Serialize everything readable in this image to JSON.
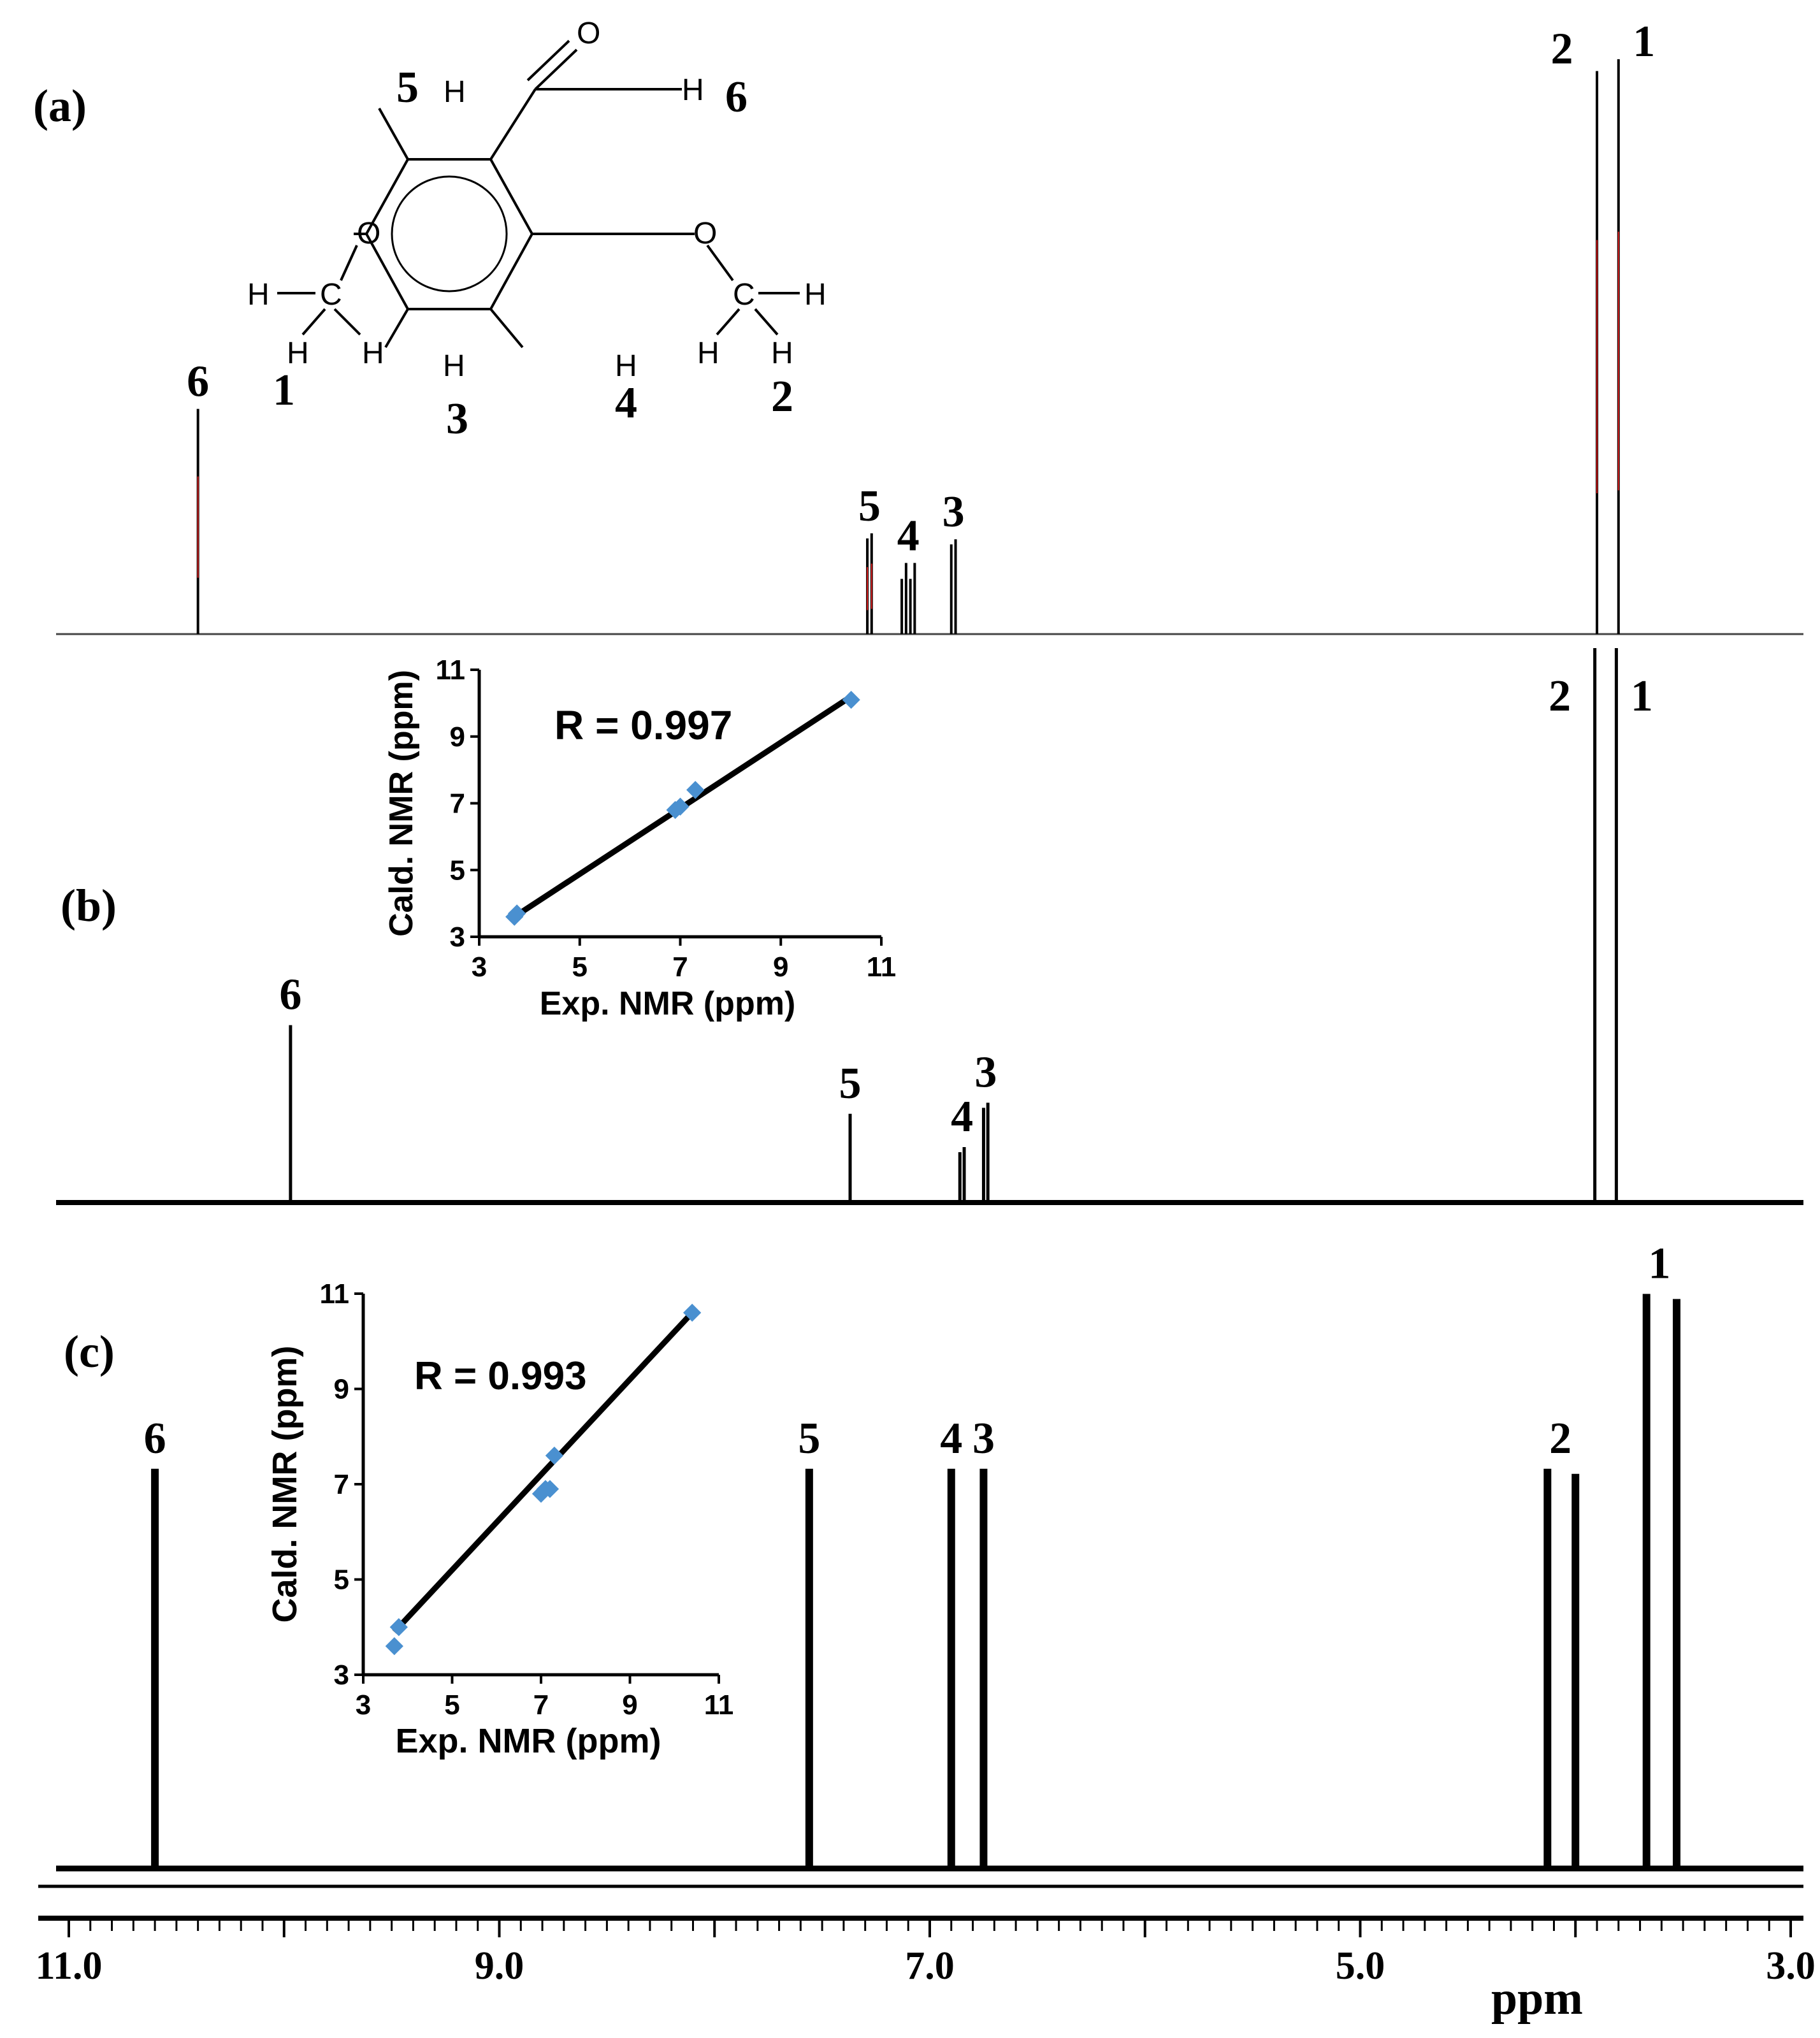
{
  "chart_data": [
    {
      "type": "line",
      "panel_label": "(a)",
      "x_axis": {
        "range": [
          11.0,
          3.0
        ],
        "reversed": true
      },
      "peaks": [
        {
          "label": "6",
          "shift": 10.4,
          "height": 0.38,
          "lines": [
            10.4
          ],
          "color": "#000000",
          "accent": "#d42020"
        },
        {
          "label": "5",
          "shift": 7.28,
          "height": 0.17,
          "lines": [
            7.27,
            7.29
          ],
          "color": "#000000",
          "accent": "#d42020"
        },
        {
          "label": "4",
          "shift": 7.1,
          "height": 0.12,
          "lines": [
            7.07,
            7.09,
            7.11,
            7.13
          ],
          "color": "#000000"
        },
        {
          "label": "3",
          "shift": 6.89,
          "height": 0.16,
          "lines": [
            6.88,
            6.9
          ],
          "color": "#000000"
        },
        {
          "label": "2",
          "shift": 3.9,
          "height": 0.95,
          "lines": [
            3.9
          ],
          "color": "#000000",
          "accent": "#d42020"
        },
        {
          "label": "1",
          "shift": 3.8,
          "height": 0.97,
          "lines": [
            3.8
          ],
          "color": "#000000",
          "accent": "#d42020"
        }
      ],
      "molecule_labels": {
        "5": "5",
        "6": "6",
        "1": "1",
        "3": "3",
        "4": "4",
        "2": "2",
        "O": "O",
        "H": "H",
        "C": "C"
      }
    },
    {
      "type": "line",
      "panel_label": "(b)",
      "x_axis": {
        "range": [
          11.0,
          3.0
        ],
        "reversed": true
      },
      "peaks": [
        {
          "label": "6",
          "shift": 9.97,
          "height": 0.32,
          "lines": [
            9.97
          ]
        },
        {
          "label": "5",
          "shift": 7.37,
          "height": 0.16,
          "lines": [
            7.37
          ]
        },
        {
          "label": "4",
          "shift": 6.85,
          "height": 0.1,
          "lines": [
            6.84,
            6.86
          ]
        },
        {
          "label": "3",
          "shift": 6.74,
          "height": 0.18,
          "lines": [
            6.73,
            6.75
          ]
        },
        {
          "label": "2",
          "shift": 3.91,
          "height": 1.0,
          "lines": [
            3.91
          ]
        },
        {
          "label": "1",
          "shift": 3.81,
          "height": 1.0,
          "lines": [
            3.81
          ]
        }
      ],
      "inset": {
        "type": "scatter",
        "xlabel": "Exp. NMR (ppm)",
        "ylabel": "Cald. NMR (ppm)",
        "xlim": [
          3,
          11
        ],
        "ylim": [
          3,
          11
        ],
        "xticks": [
          3,
          5,
          7,
          9,
          11
        ],
        "yticks": [
          3,
          5,
          7,
          9,
          11
        ],
        "annotation": "R = 0.997",
        "points": [
          [
            3.7,
            3.6
          ],
          [
            3.75,
            3.7
          ],
          [
            6.9,
            6.8
          ],
          [
            7.0,
            6.9
          ],
          [
            7.3,
            7.4
          ],
          [
            10.4,
            10.1
          ]
        ],
        "fit": [
          [
            3.7,
            3.6
          ],
          [
            10.4,
            10.2
          ]
        ],
        "point_color": "#4a90d0"
      }
    },
    {
      "type": "line",
      "panel_label": "(c)",
      "x_axis": {
        "range": [
          11.0,
          3.0
        ],
        "reversed": true,
        "ticks": [
          11.0,
          9.0,
          7.0,
          5.0,
          3.0
        ],
        "tick_labels": [
          "11.0",
          "9.0",
          "7.0",
          "5.0",
          "3.0"
        ],
        "minor_step": 0.1,
        "unit": "ppm"
      },
      "peaks": [
        {
          "label": "6",
          "shift": 10.6,
          "height": 0.64,
          "lines": [
            10.6
          ]
        },
        {
          "label": "5",
          "shift": 7.56,
          "height": 0.64,
          "lines": [
            7.56
          ]
        },
        {
          "label": "4",
          "shift": 6.9,
          "height": 0.64,
          "lines": [
            6.9
          ]
        },
        {
          "label": "3",
          "shift": 6.75,
          "height": 0.64,
          "lines": [
            6.75
          ]
        },
        {
          "label": "2",
          "shift": 4.08,
          "height": 0.64,
          "lines": [
            4.13,
            4.0
          ],
          "label_shift": 4.07
        },
        {
          "label": "1",
          "shift": 3.6,
          "height": 0.92,
          "lines": [
            3.67,
            3.53
          ],
          "label_shift": 3.61
        }
      ],
      "inset": {
        "type": "scatter",
        "xlabel": "Exp. NMR (ppm)",
        "ylabel": "Cald. NMR (ppm)",
        "xlim": [
          3,
          11
        ],
        "ylim": [
          3,
          11
        ],
        "xticks": [
          3,
          5,
          7,
          9,
          11
        ],
        "yticks": [
          3,
          5,
          7,
          9,
          11
        ],
        "annotation": "R = 0.993",
        "points": [
          [
            3.7,
            3.6
          ],
          [
            3.8,
            4.0
          ],
          [
            7.0,
            6.8
          ],
          [
            7.1,
            6.9
          ],
          [
            7.2,
            6.9
          ],
          [
            7.3,
            7.6
          ],
          [
            10.4,
            10.6
          ]
        ],
        "fit": [
          [
            3.7,
            3.9
          ],
          [
            10.4,
            10.6
          ]
        ],
        "point_color": "#4a90d0"
      }
    }
  ]
}
